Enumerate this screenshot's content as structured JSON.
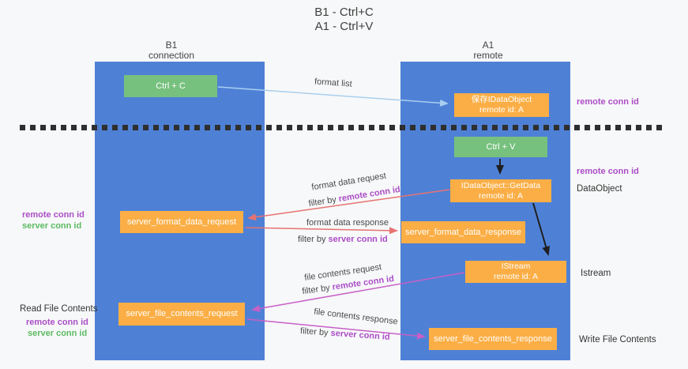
{
  "title": {
    "line1": "B1 - Ctrl+C",
    "line2": "A1 - Ctrl+V"
  },
  "columns": {
    "left": {
      "header_line1": "B1",
      "header_line2": "connection"
    },
    "right": {
      "header_line1": "A1",
      "header_line2": "remote"
    }
  },
  "boxes": {
    "ctrl_c": {
      "label": "Ctrl + C"
    },
    "save_dataobject": {
      "line1": "保存IDataObject",
      "line2": "remote id: A"
    },
    "ctrl_v": {
      "label": "Ctrl + V"
    },
    "getdata": {
      "line1": "IDataObject::GetData",
      "line2": "remote id: A"
    },
    "server_format_data_request": {
      "label": "server_format_data_request"
    },
    "server_format_data_response": {
      "label": "server_format_data_response"
    },
    "istream": {
      "line1": "IStream",
      "line2": "remote id: A"
    },
    "server_file_contents_request": {
      "label": "server_file_contents_request"
    },
    "server_file_contents_response": {
      "label": "server_file_contents_response"
    }
  },
  "side_labels": {
    "left": {
      "remote_conn_id_1": "remote conn id",
      "server_conn_id_1": "server conn id",
      "read_file_contents": "Read File Contents",
      "remote_conn_id_2": "remote conn id",
      "server_conn_id_2": "server conn id"
    },
    "right": {
      "remote_conn_id_1": "remote conn id",
      "remote_conn_id_2": "remote conn id",
      "dataobject": "DataObject",
      "istream": "Istream",
      "write_file_contents": "Write File Contents"
    }
  },
  "flow_labels": {
    "format_list": "format list",
    "format_request": "format data request",
    "format_request_filter_prefix": "filter by",
    "format_request_filter_id": "remote conn id",
    "format_response": "format data response",
    "format_response_filter_prefix": "filter by",
    "format_response_filter_id": "server conn id",
    "file_request": "file contents request",
    "file_request_filter_prefix": "filter by",
    "file_request_filter_id": "remote conn id",
    "file_response": "file contents response",
    "file_response_filter_prefix": "filter by",
    "file_response_filter_id": "server conn id"
  },
  "colors": {
    "bg": "#f7f8f9",
    "column-blue": "#4e81d6",
    "box-green": "#77c17e",
    "box-orange": "#fbae45",
    "purple": "#ab4ec6",
    "green-text": "#5dba62",
    "arrow-red": "#e87272",
    "arrow-magenta": "#c75fc7",
    "arrow-blue": "#a9cfee",
    "arrow-black": "#1f1f1f",
    "text-dark": "#3f3f3f",
    "dash": "#2f2f2f"
  }
}
